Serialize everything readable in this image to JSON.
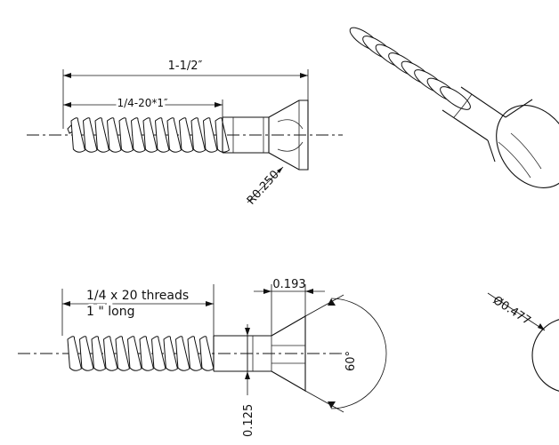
{
  "drawing": {
    "top_view": {
      "overall_length": "1-1/2″",
      "thread_spec": "1/4-20*1″",
      "radius_label": "R0.250"
    },
    "bottom_view": {
      "thread_note_line1": "1/4 x 20 threads",
      "thread_note_line2": "1 \" long",
      "head_depth": "0.193",
      "shank_dia": "0.125",
      "head_angle": "60°",
      "head_dia": "Ø0.477"
    }
  }
}
